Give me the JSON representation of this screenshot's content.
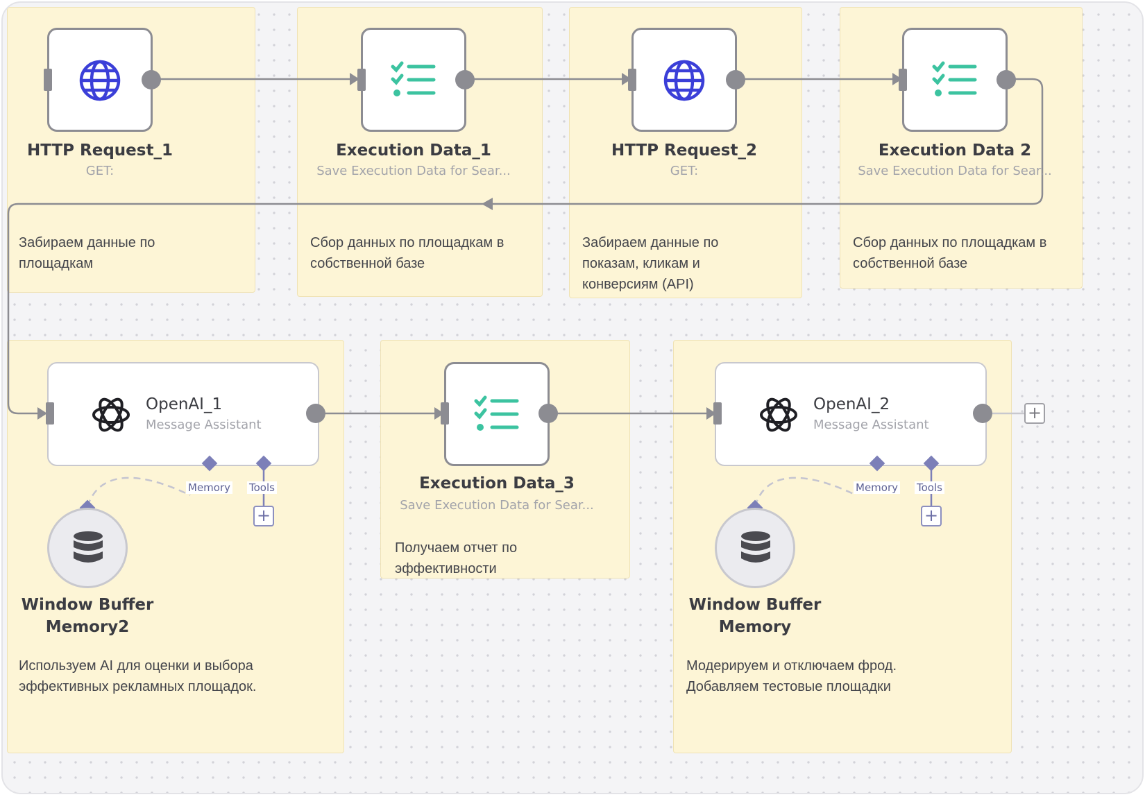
{
  "workflow": {
    "nodes": {
      "http_request_1": {
        "title": "HTTP Request_1",
        "subtitle": "GET:"
      },
      "execution_data_1": {
        "title": "Execution Data_1",
        "subtitle": "Save Execution Data for Sear..."
      },
      "http_request_2": {
        "title": "HTTP Request_2",
        "subtitle": "GET:"
      },
      "execution_data_2": {
        "title": "Execution Data 2",
        "subtitle": "Save Execution Data for Sear..."
      },
      "openai_1": {
        "title": "OpenAI_1",
        "subtitle": "Message Assistant"
      },
      "execution_data_3": {
        "title": "Execution Data_3",
        "subtitle": "Save Execution Data for Sear..."
      },
      "openai_2": {
        "title": "OpenAI_2",
        "subtitle": "Message Assistant"
      },
      "memory_1": {
        "title": "Window Buffer\nMemory2"
      },
      "memory_2": {
        "title": "Window Buffer\nMemory"
      }
    },
    "ports": {
      "memory_label": "Memory",
      "tools_label": "Tools"
    },
    "notes": {
      "note_1": "Забираем данные по\nплощадкам",
      "note_2": "Сбор данных по площадкам в\nсобственной базе",
      "note_3": "Забираем данные по\nпоказам, кликам и\nконверсиям (API)",
      "note_4": "Сбор данных по площадкам в\nсобственной базе",
      "note_5": "Используем AI для оценки и выбора\nэффективных рекламных площадок.",
      "note_6": "Получаем отчет по\nэффективности",
      "note_7": "Модерируем и отключаем фрод.\nДобавляем тестовые площадки"
    },
    "icons": {
      "http": "globe-icon",
      "execution": "checklist-icon",
      "openai": "openai-icon",
      "memory": "database-icon",
      "add": "plus-icon"
    },
    "colors": {
      "sticky": "#fdf5d6",
      "globe": "#3b3fd8",
      "checklist": "#3cc3a0",
      "port": "#7c7fb8",
      "wire": "#8c8c92"
    }
  }
}
